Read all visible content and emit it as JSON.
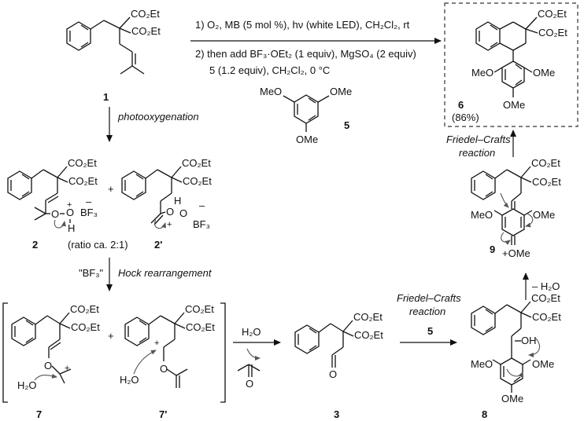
{
  "top_conditions": {
    "line1": "1) O₂, MB (5 mol %), hν (white LED), CH₂Cl₂, rt",
    "line2": "2) then add BF₃·OEt₂ (1 equiv), MgSO₄ (2 equiv)",
    "line3": "5 (1.2 equiv), CH₂Cl₂, 0 °C"
  },
  "groups": {
    "co2et": "CO₂Et",
    "ome": "OMe",
    "meo": "MeO",
    "bf3": "BF₃",
    "h2o": "H₂O",
    "oh": "OH",
    "h": "H",
    "o": "O",
    "plus": "+",
    "minus": "–",
    "plus_ome": "+OMe"
  },
  "labels": {
    "c1": "1",
    "c2": "2",
    "c2p": "2'",
    "c3": "3",
    "c5": "5",
    "c6": "6",
    "c7": "7",
    "c7p": "7'",
    "c8": "8",
    "c9": "9",
    "yield": "(86%)",
    "ratio": "(ratio ca. 2:1)"
  },
  "steps": {
    "photo": "photooxygenation",
    "bf3_quote": "\"BF₃\"",
    "hock": "Hock rearrangement",
    "fc1": "Friedel–Crafts",
    "fc2": "reaction",
    "water_loss": "– H₂O",
    "water": "H₂O",
    "reagent5": "5"
  }
}
